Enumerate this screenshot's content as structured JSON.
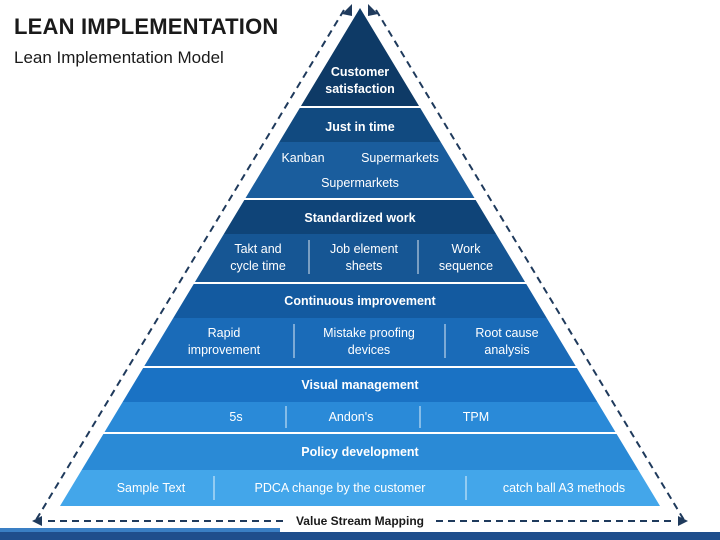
{
  "title": "LEAN IMPLEMENTATION",
  "subtitle": "Lean Implementation Model",
  "footer_label": "Value Stream Mapping",
  "colors": {
    "tier1": "#0e3a66",
    "tier2_head": "#114a80",
    "tier2_body": "#1a5d9d",
    "tier3_head": "#0f4478",
    "tier3_body": "#165694",
    "tier4_head": "#135aa0",
    "tier4_body": "#1a6bb8",
    "tier5_head": "#1a72c4",
    "tier5_body": "#2a8ad8",
    "tier6_head": "#2a8ad6",
    "tier6_body": "#43a6ea",
    "arrow": "#1f3a5c"
  },
  "pyramid": {
    "apex": {
      "label": "Customer satisfaction"
    },
    "just_in_time": {
      "heading": "Just in time",
      "items": [
        "Kanban",
        "Supermarkets",
        "Supermarkets"
      ]
    },
    "standardized_work": {
      "heading": "Standardized work",
      "items": [
        "Takt and cycle time",
        "Job element sheets",
        "Work sequence"
      ]
    },
    "continuous_improvement": {
      "heading": "Continuous improvement",
      "items": [
        "Rapid improvement",
        "Mistake proofing devices",
        "Root cause analysis"
      ]
    },
    "visual_management": {
      "heading": "Visual management",
      "items": [
        "5s",
        "Andon's",
        "TPM"
      ]
    },
    "policy_development": {
      "heading": "Policy development",
      "items": [
        "Sample Text",
        "PDCA change by the customer",
        "catch ball A3 methods"
      ]
    }
  }
}
